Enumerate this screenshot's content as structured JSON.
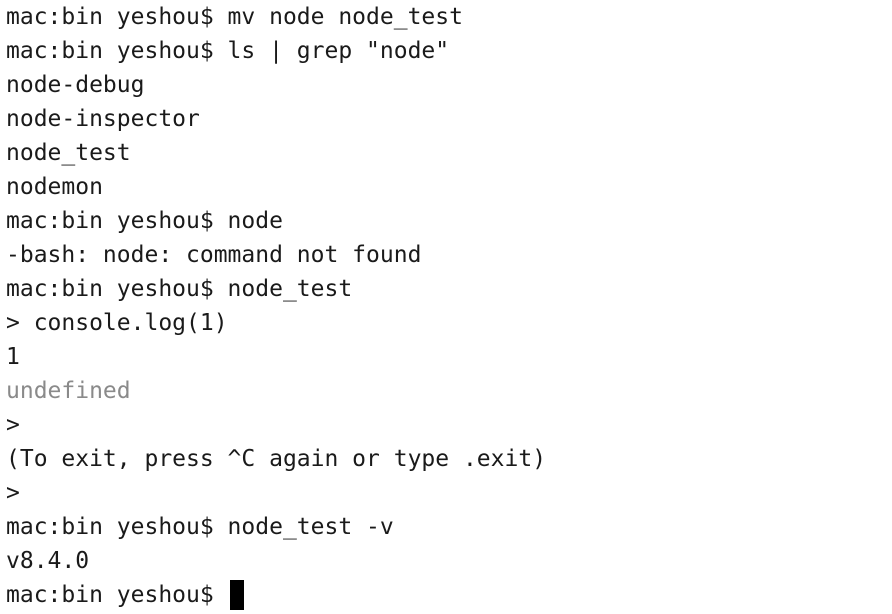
{
  "terminal": {
    "lines": [
      {
        "text": "mac:bin yeshou$ mv node node_test"
      },
      {
        "text": "mac:bin yeshou$ ls | grep \"node\""
      },
      {
        "text": "node-debug"
      },
      {
        "text": "node-inspector"
      },
      {
        "text": "node_test"
      },
      {
        "text": "nodemon"
      },
      {
        "text": "mac:bin yeshou$ node"
      },
      {
        "text": "-bash: node: command not found"
      },
      {
        "text": "mac:bin yeshou$ node_test"
      },
      {
        "text": "> console.log(1)"
      },
      {
        "text": "1"
      },
      {
        "text": "undefined"
      },
      {
        "text": ">"
      },
      {
        "text": "(To exit, press ^C again or type .exit)"
      },
      {
        "text": ">"
      },
      {
        "text": "mac:bin yeshou$ node_test -v"
      },
      {
        "text": "v8.4.0"
      }
    ],
    "current_prompt": "mac:bin yeshou$ ",
    "colors": {
      "text": "#1a1a1a",
      "dim_text": "#8a8a8a",
      "cursor": "#000000",
      "background": "#ffffff"
    }
  }
}
